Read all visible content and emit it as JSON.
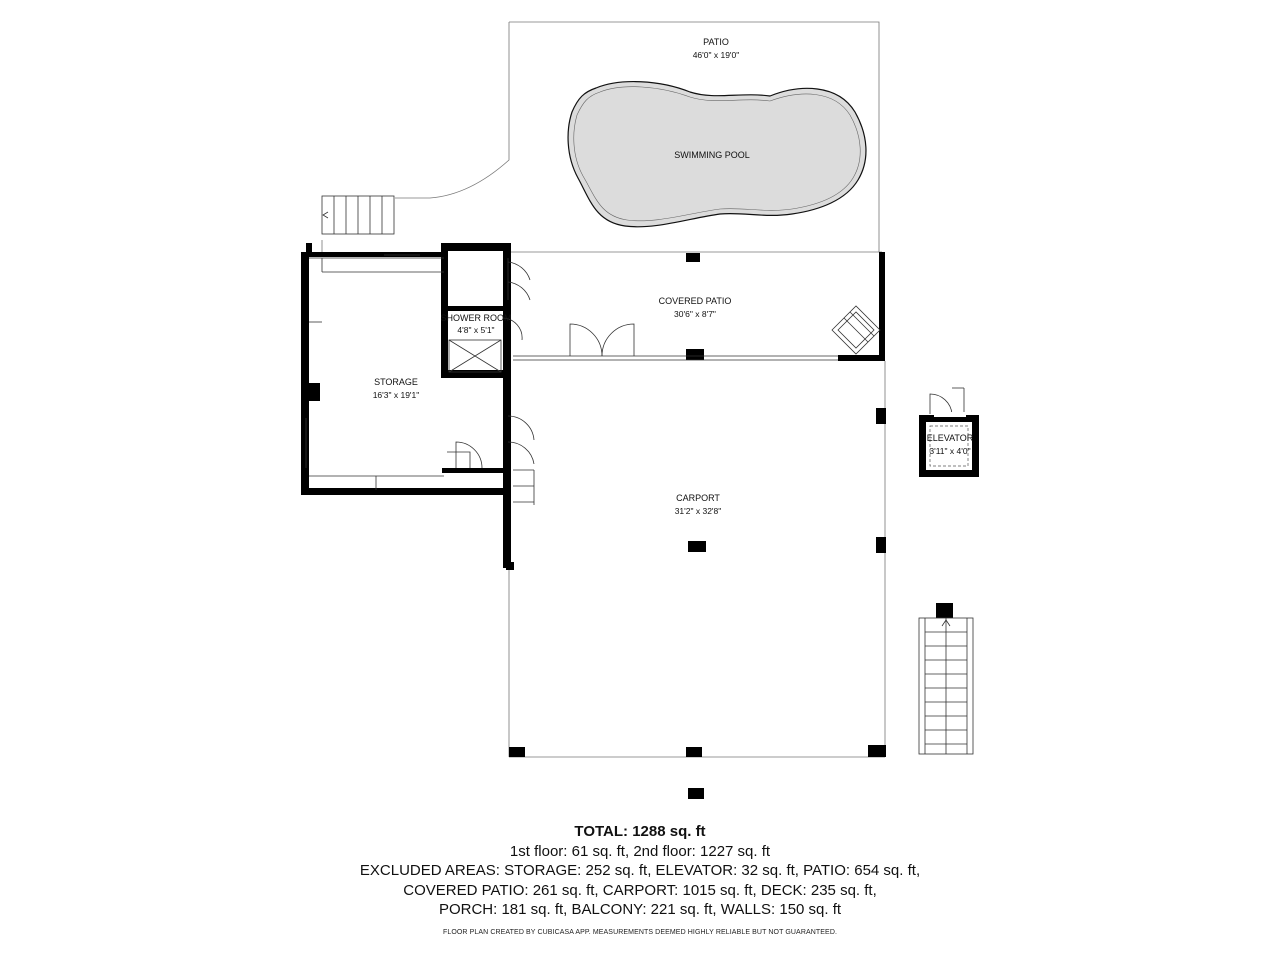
{
  "rooms": {
    "patio": {
      "name": "PATIO",
      "dim": "46'0\" x 19'0\""
    },
    "pool": {
      "name": "SWIMMING POOL"
    },
    "covered_patio": {
      "name": "COVERED PATIO",
      "dim": "30'6\" x 8'7\""
    },
    "shower_room": {
      "name": "SHOWER ROOM",
      "dim": "4'8\" x 5'1\""
    },
    "storage": {
      "name": "STORAGE",
      "dim": "16'3\" x 19'1\""
    },
    "elevator": {
      "name": "ELEVATOR",
      "dim": "3'11\" x 4'0\""
    },
    "carport": {
      "name": "CARPORT",
      "dim": "31'2\" x 32'8\""
    }
  },
  "summary": {
    "total": "TOTAL: 1288 sq. ft",
    "floors": "1st floor: 61 sq. ft, 2nd floor: 1227 sq. ft",
    "excluded_1": "EXCLUDED AREAS: STORAGE: 252 sq. ft, ELEVATOR: 32 sq. ft, PATIO: 654 sq. ft,",
    "excluded_2": "COVERED PATIO: 261 sq. ft, CARPORT: 1015 sq. ft, DECK: 235 sq. ft,",
    "excluded_3": "PORCH: 181 sq. ft, BALCONY: 221 sq. ft, WALLS: 150 sq. ft"
  },
  "footer": "FLOOR PLAN CREATED BY CUBICASA APP. MEASUREMENTS DEEMED HIGHLY RELIABLE BUT NOT GUARANTEED.",
  "colors": {
    "wall": "#000000",
    "pool_fill": "#dcdcdc",
    "line": "#555555"
  }
}
